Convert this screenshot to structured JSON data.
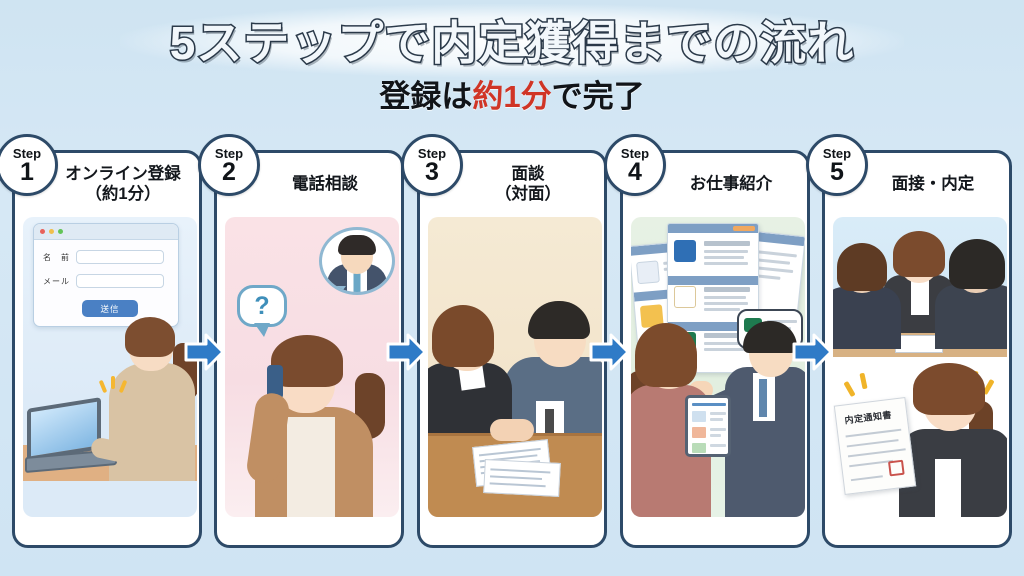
{
  "header": {
    "main_title": "5ステップで内定獲得までの流れ",
    "sub_title_pre": "登録は",
    "sub_title_highlight": "約1分",
    "sub_title_post": "で完了",
    "highlight_color": "#d03526"
  },
  "theme": {
    "background": "#d3e6f4",
    "card_border": "#2d4a68",
    "arrow_color": "#2f7bc7",
    "card_background": "#ffffff"
  },
  "steps": [
    {
      "badge_label": "Step",
      "badge_number": "1",
      "title": "オンライン登録\n（約1分）",
      "panel_background": "#e1ecf7",
      "scene": "woman-typing-on-laptop-with-registration-form",
      "form": {
        "name_label": "名　前",
        "email_label": "メール",
        "submit_label": "送信",
        "submit_color": "#4a80c4",
        "window_dots": [
          "#e8615a",
          "#f0bf4d",
          "#62c457"
        ]
      }
    },
    {
      "badge_label": "Step",
      "badge_number": "2",
      "title": "電話相談",
      "panel_background": "#f8dee4",
      "scene": "woman-on-phone-with-consultant-speech-bubble",
      "question_mark": "?"
    },
    {
      "badge_label": "Step",
      "badge_number": "3",
      "title": "面談\n（対面）",
      "panel_background": "#f2e4cb",
      "scene": "handshake-across-desk-with-documents"
    },
    {
      "badge_label": "Step",
      "badge_number": "4",
      "title": "お仕事紹介",
      "panel_background": "#e4f0e2",
      "scene": "consultant-presenting-job-listing-cards-to-woman-with-tablet"
    },
    {
      "badge_label": "Step",
      "badge_number": "5",
      "title": "面接・内定",
      "panel_background": "#d9ecf8",
      "scene": "interview-panel-and-woman-holding-offer-letter",
      "offer_document_title": "内定通知書"
    }
  ],
  "arrows": [
    {
      "name": "arrow-step1-to-step2"
    },
    {
      "name": "arrow-step2-to-step3"
    },
    {
      "name": "arrow-step3-to-step4"
    },
    {
      "name": "arrow-step4-to-step5"
    }
  ]
}
